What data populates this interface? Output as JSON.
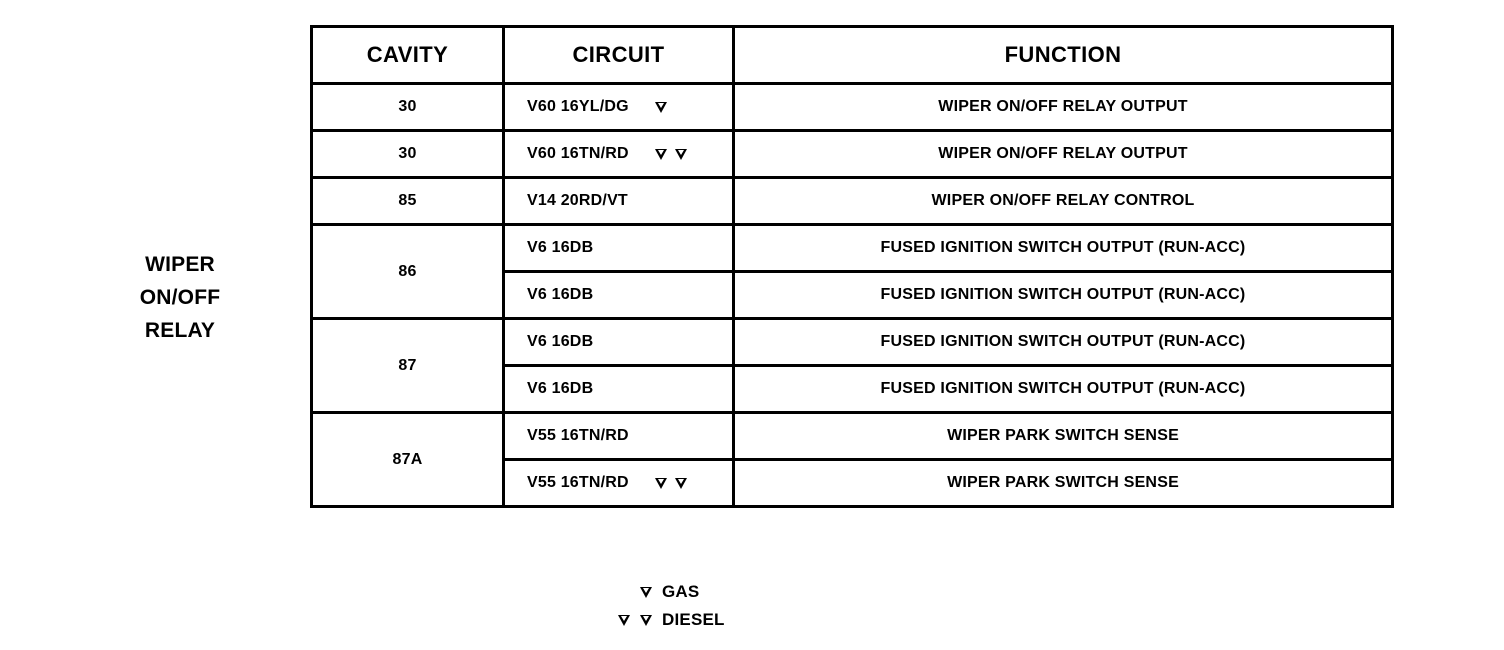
{
  "component": {
    "label_lines": [
      "WIPER",
      "ON/OFF",
      "RELAY"
    ]
  },
  "table": {
    "headers": {
      "cavity": "CAVITY",
      "circuit": "CIRCUIT",
      "function": "FUNCTION"
    },
    "rows": [
      {
        "cavity": "30",
        "entries": [
          {
            "circuit": "V60 16YL/DG",
            "marks": 1,
            "function": "WIPER ON/OFF RELAY OUTPUT"
          }
        ]
      },
      {
        "cavity": "30",
        "entries": [
          {
            "circuit": "V60 16TN/RD",
            "marks": 2,
            "function": "WIPER ON/OFF RELAY OUTPUT"
          }
        ]
      },
      {
        "cavity": "85",
        "entries": [
          {
            "circuit": "V14 20RD/VT",
            "marks": 0,
            "function": "WIPER ON/OFF RELAY CONTROL"
          }
        ]
      },
      {
        "cavity": "86",
        "entries": [
          {
            "circuit": "V6 16DB",
            "marks": 0,
            "function": "FUSED IGNITION SWITCH OUTPUT (RUN-ACC)"
          },
          {
            "circuit": "V6 16DB",
            "marks": 0,
            "function": "FUSED IGNITION SWITCH OUTPUT (RUN-ACC)"
          }
        ]
      },
      {
        "cavity": "87",
        "entries": [
          {
            "circuit": "V6 16DB",
            "marks": 0,
            "function": "FUSED IGNITION SWITCH OUTPUT (RUN-ACC)"
          },
          {
            "circuit": "V6 16DB",
            "marks": 0,
            "function": "FUSED IGNITION SWITCH OUTPUT (RUN-ACC)"
          }
        ]
      },
      {
        "cavity": "87A",
        "entries": [
          {
            "circuit": "V55 16TN/RD",
            "marks": 0,
            "function": "WIPER PARK SWITCH SENSE"
          },
          {
            "circuit": "V55 16TN/RD",
            "marks": 2,
            "function": "WIPER PARK SWITCH SENSE"
          }
        ]
      }
    ]
  },
  "legend": [
    {
      "marks": 1,
      "label": "GAS"
    },
    {
      "marks": 2,
      "label": "DIESEL"
    }
  ],
  "colors": {
    "ink": "#000000",
    "background": "#ffffff"
  }
}
